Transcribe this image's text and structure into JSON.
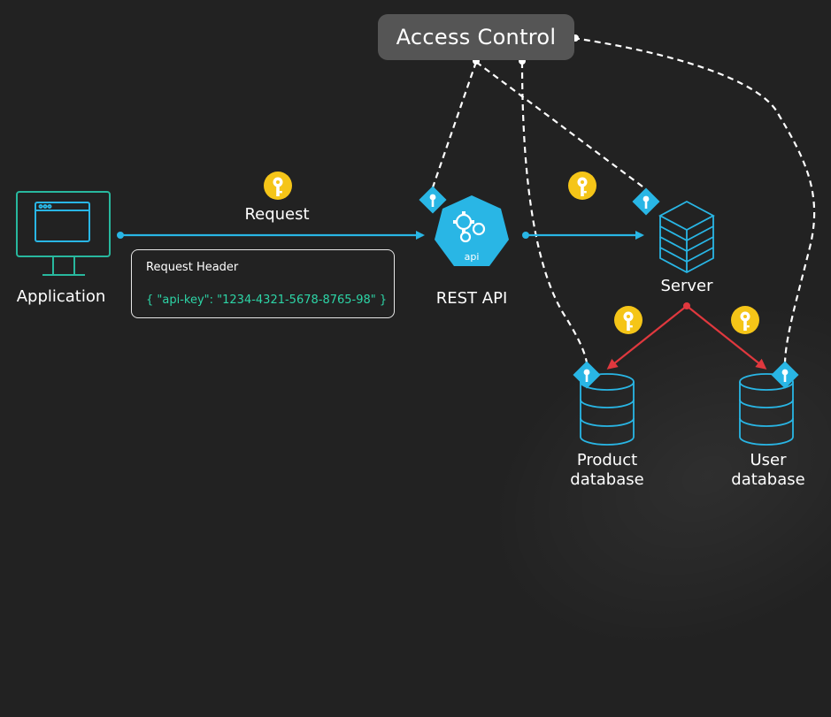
{
  "access_control": {
    "label": "Access Control"
  },
  "nodes": {
    "application": "Application",
    "rest_api": "REST API",
    "api_badge": "api",
    "server": "Server",
    "product_db": [
      "Product",
      "database"
    ],
    "user_db": [
      "User",
      "database"
    ]
  },
  "request": {
    "label": "Request",
    "header_title": "Request Header",
    "header_code": "{ \"api-key\": \"1234-4321-5678-8765-98\" }"
  },
  "colors": {
    "background": "#222222",
    "cyan": "#29b6e5",
    "teal_outline": "#28b89e",
    "arrow_red": "#e0383e",
    "key_yellow": "#f5c518",
    "dashed_white": "#ffffff",
    "code_green": "#2dd4a6"
  },
  "icons": [
    "monitor-icon",
    "api-gear-icon",
    "server-icon",
    "database-icon",
    "key-icon",
    "lock-diamond-icon"
  ]
}
